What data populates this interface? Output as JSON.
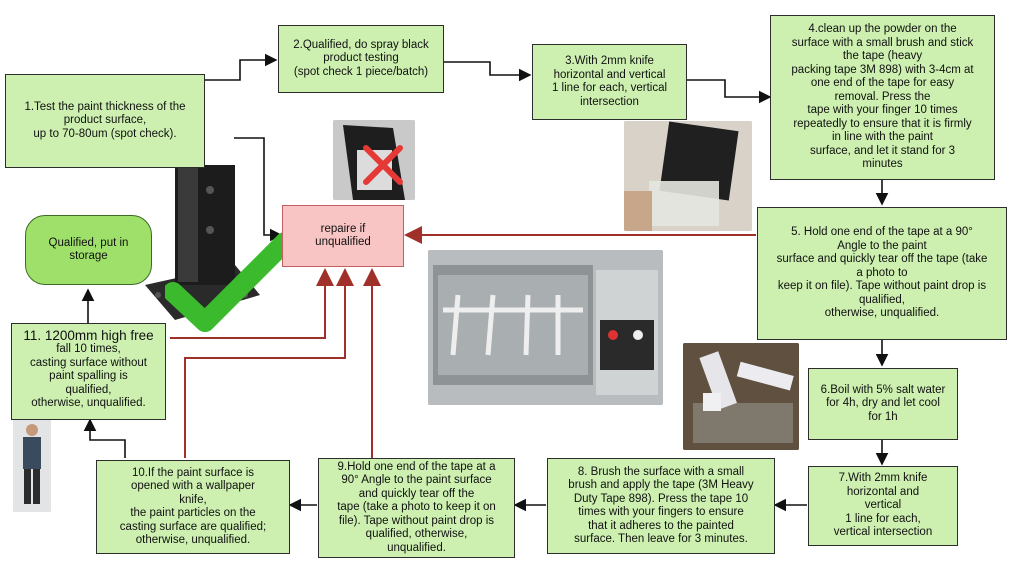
{
  "steps": {
    "s1": "1.Test the paint thickness of the\nproduct surface,\nup to 70-80um (spot check).",
    "s2": "2.Qualified, do spray black\nproduct testing\n(spot check 1 piece/batch)",
    "s3": "3.With 2mm knife\nhorizontal and vertical\n1 line for each, vertical\nintersection",
    "s4": "4.clean up the powder on the\nsurface with a small brush and stick\nthe tape (heavy\npacking tape 3M 898) with 3-4cm at\none end of the tape for easy\nremoval. Press the\ntape with your finger 10 times\nrepeatedly to ensure that it is firmly\nin line with the paint\nsurface, and let it stand for 3\nminutes",
    "s5": "5. Hold one end of the tape at a 90°\nAngle to the paint\nsurface and quickly tear off the tape (take\na photo to\nkeep it on file). Tape without paint drop is\nqualified,\notherwise, unqualified.",
    "s6": "6.Boil with 5% salt water\nfor 4h, dry and let cool\nfor 1h",
    "s7": "7.With 2mm knife\nhorizontal and\nvertical\n1 line for each,\nvertical intersection",
    "s8": "8. Brush the surface with a small\nbrush and apply the tape (3M Heavy\nDuty Tape 898). Press the tape 10\ntimes with your fingers to ensure\nthat it adheres to the painted\nsurface. Then leave for 3 minutes.",
    "s9": "9.Hold one end of the tape at a\n90° Angle to the paint surface\nand quickly tear off the\ntape (take a photo to keep it on\nfile). Tape without paint drop is\nqualified, otherwise,\nunqualified.",
    "s10": "10.If the paint surface is\nopened with a wallpaper\nknife,\nthe paint particles on the\ncasting surface are qualified;\notherwise, unqualified.",
    "s11_title": "11. 1200mm high free",
    "s11_body": "fall 10 times,\ncasting surface without\npaint spalling is\nqualified,\notherwise, unqualified.",
    "repair": "repaire if\nunqualified",
    "storage": "Qualified, put in\nstorage"
  },
  "colors": {
    "box_fill": "#cdf0b0",
    "repair_fill": "#f8c4c4",
    "storage_fill": "#9ee06a",
    "arrow_dark": "#111111",
    "arrow_red": "#a0302a",
    "check": "#3cba2e",
    "cross": "#e53935"
  },
  "icons": [
    "check-icon",
    "cross-icon"
  ]
}
